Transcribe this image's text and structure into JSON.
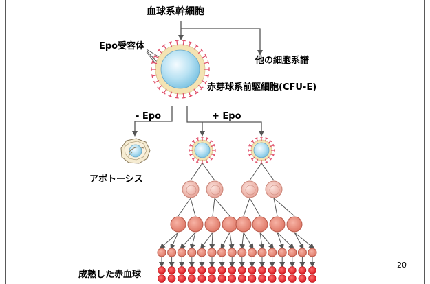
{
  "labels": {
    "stem_cell": "血球系幹細胞",
    "epo_receptor": "Epo受容体",
    "other_lineages": "他の細胞系譜",
    "cfu_e": "赤芽球系前駆細胞(CFU-E)",
    "minus_epo": "- Epo",
    "plus_epo": "+ Epo",
    "apoptosis": "アポトーシス",
    "mature_rbc": "成熟した赤血球"
  },
  "page_number": "20",
  "colors": {
    "line": "#555555",
    "cell_core": "#a9d9ef",
    "cell_core_light": "#e8f6fc",
    "cell_halo": "#f4e3b3",
    "receptor": "#e0506a",
    "pink_cell": "#f0b7ad",
    "pink_cell_dark": "#e7998c",
    "salmon_cell": "#ea8b7a",
    "rbc": "#e8202a"
  }
}
